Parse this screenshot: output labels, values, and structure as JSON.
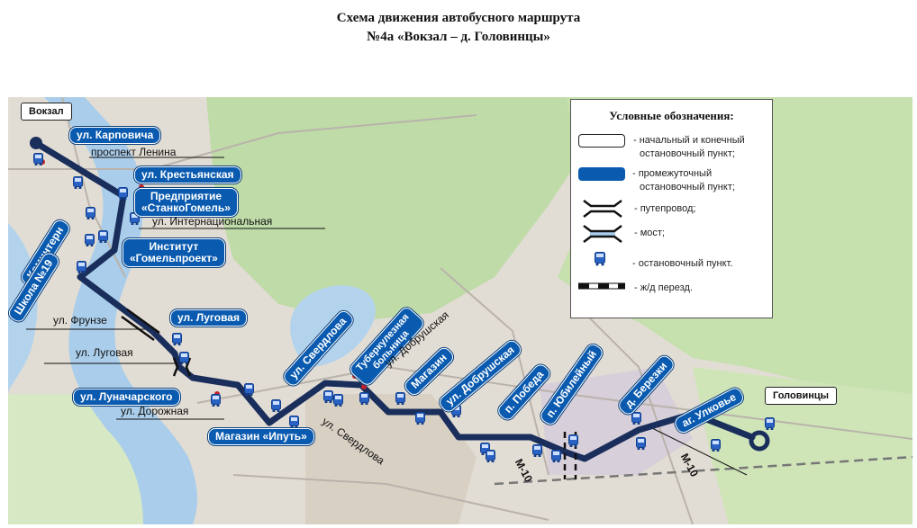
{
  "title": {
    "line1": "Схема движения автобусного маршрута",
    "line2": "№4а «Вокзал – д. Головинцы»"
  },
  "terminals": {
    "start": "Вокзал",
    "end": "Головинцы"
  },
  "stops": {
    "karpovicha": "ул. Карповича",
    "krestyanskaya": "ул. Крестьянская",
    "stankogomel_1": "Предприятие",
    "stankogomel_2": "«СтанкоГомель»",
    "institut_1": "Институт",
    "institut_2": "«Гомельпроект»",
    "kominterna": "Коминтерн",
    "shkola": "Школа №19",
    "lugovaya": "ул. Луговая",
    "lunacharskogo": "ул. Луначарского",
    "magazin_iput": "Магазин «Ипуть»",
    "sverdlova": "ул. Свердлова",
    "tuberk_1": "Туберкулезная",
    "tuberk_2": "больница",
    "magazin": "Магазин",
    "dobrushskaya": "ул. Добрушская",
    "pobeda": "п. Победа",
    "yubileyny": "п. Юбилейный",
    "berezki": "д. Березки",
    "ulkovye": "аг. Улковье"
  },
  "streets": {
    "lenina": "проспект Ленина",
    "internatsionalnaya": "ул. Интернациональная",
    "frunze": "ул. Фрунзе",
    "lugovaya": "ул. Луговая",
    "dorozhnaya": "ул. Дорожная",
    "dobrushskaya": "ул. Добрушская",
    "sverdlova": "ул. Свердлова",
    "m10_a": "М-10",
    "m10_b": "М-10"
  },
  "legend": {
    "title": "Условные обозначения:",
    "terminal_1": "- начальный и конечный",
    "terminal_2": "остановочный пункт;",
    "intermediate_1": "- промежуточный",
    "intermediate_2": "остановочный пункт;",
    "overpass": "- путепровод;",
    "bridge": "- мост;",
    "bus_stop": "- остановочный пункт.",
    "rail": "- ж/д перезд."
  },
  "colors": {
    "route": "#1a2e5c",
    "stop_label": "#0a5bb0",
    "river": "#a9cdea",
    "greenery": "#bcd9a4",
    "urban": "#e1dcd3"
  },
  "icons": {
    "bus_stop": "bus-stop-icon",
    "poi": "poi-marker-icon"
  }
}
